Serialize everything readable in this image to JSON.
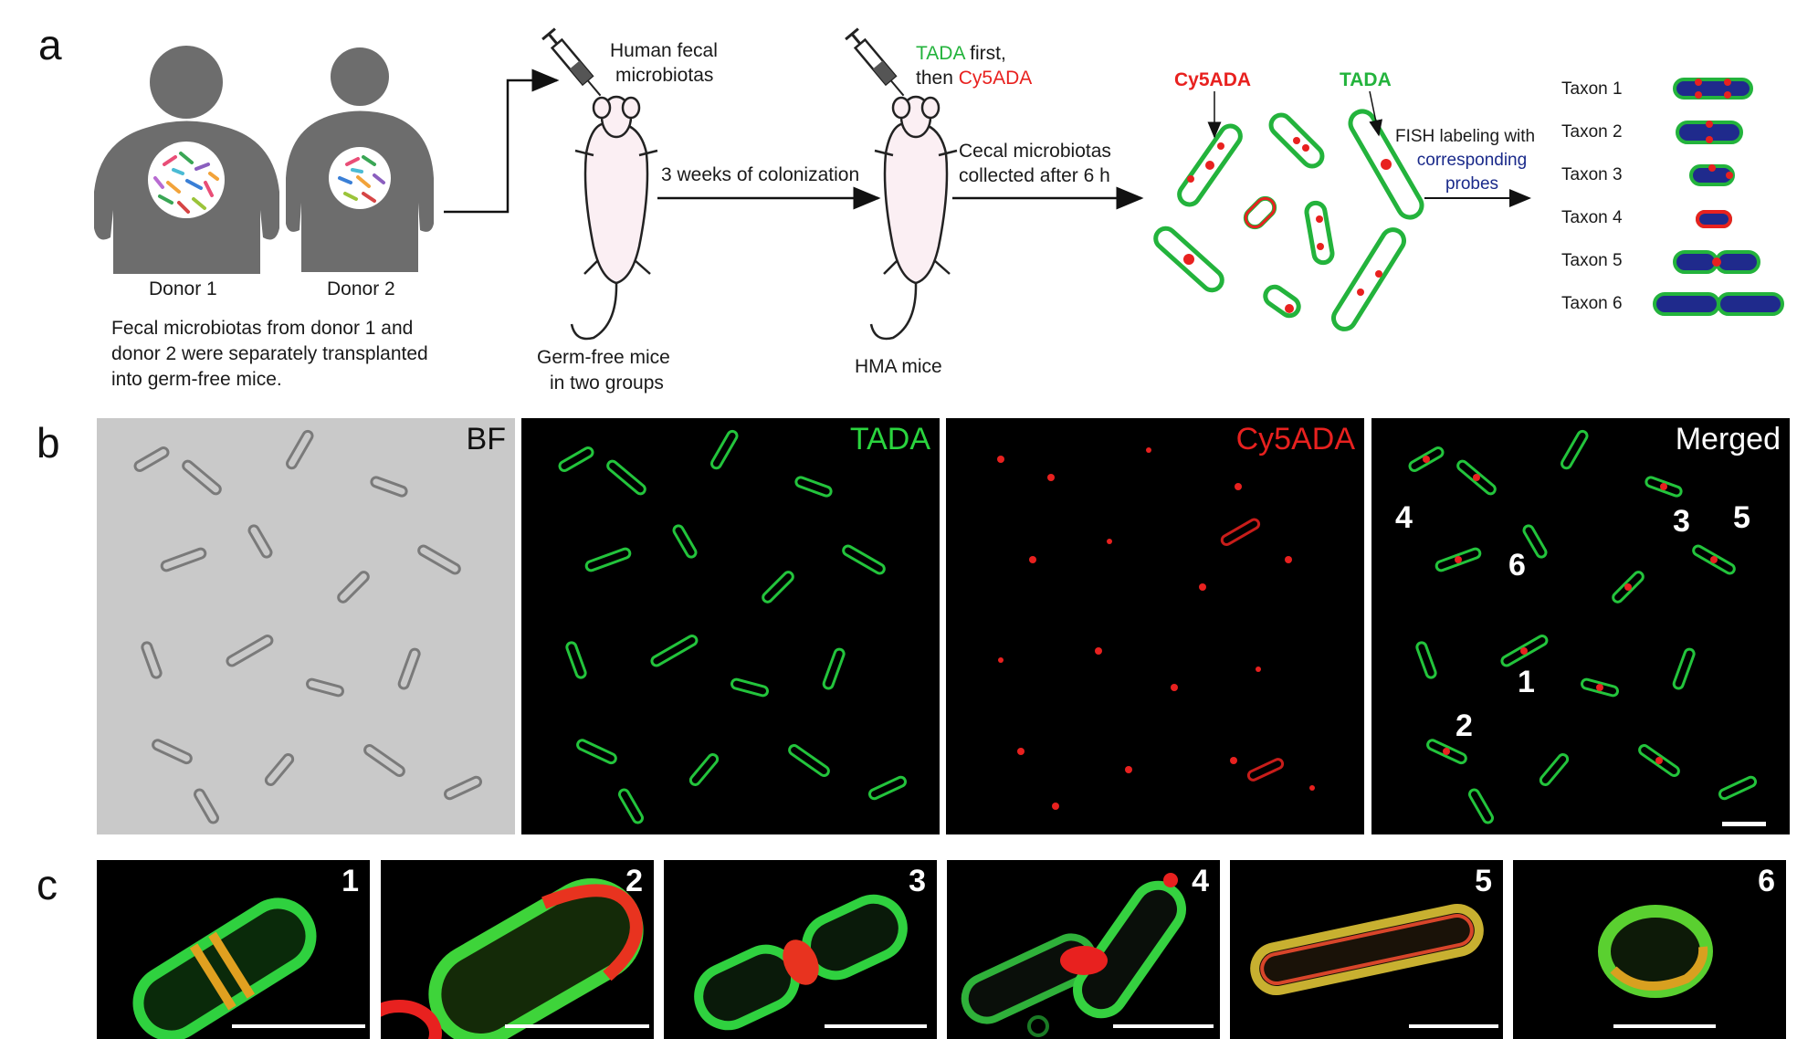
{
  "panels": {
    "a": "a",
    "b": "b",
    "c": "c"
  },
  "schematic": {
    "donor1": "Donor 1",
    "donor2": "Donor 2",
    "transplant_note": [
      "Fecal microbiotas from donor 1 and",
      "donor 2 were separately transplanted",
      "into germ-free mice."
    ],
    "fecal_line1": "Human fecal",
    "fecal_line2": "microbiotas",
    "germfree_line1": "Germ-free mice",
    "germfree_line2": "in two groups",
    "colonization": "3 weeks of colonization",
    "tada_first_a": "TADA",
    "tada_first_b": " first,",
    "then": "then ",
    "cy5ada": "Cy5ADA",
    "hma_mice": "HMA mice",
    "cecal_line1": "Cecal microbiotas",
    "cecal_line2": "collected after 6 h",
    "cy5ada_tag": "Cy5ADA",
    "tada_tag": "TADA",
    "fish_line1": "FISH labeling with",
    "fish_line2": "corresponding",
    "fish_line3": "probes",
    "taxa": [
      "Taxon 1",
      "Taxon 2",
      "Taxon 3",
      "Taxon 4",
      "Taxon 5",
      "Taxon 6"
    ]
  },
  "micrographs": {
    "bf": "BF",
    "tada": "TADA",
    "cy5ada": "Cy5ADA",
    "merged": "Merged",
    "cell_labels": [
      "4",
      "6",
      "3",
      "5",
      "1",
      "2"
    ]
  },
  "insets": [
    "1",
    "2",
    "3",
    "4",
    "5",
    "6"
  ],
  "colors": {
    "silhouette": "#6d6d6d",
    "tada_green": "#23b33c",
    "cy5_red": "#e8211f",
    "fish_blue": "#1f2a8c",
    "probe_text_blue": "#1a2a8a",
    "mouse_fill": "#fbeff3"
  }
}
